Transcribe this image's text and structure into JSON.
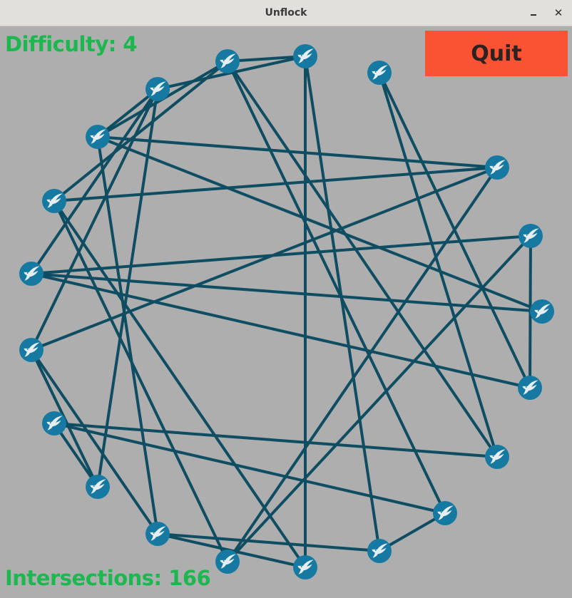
{
  "window": {
    "title": "Unflock",
    "minimize_icon": "minimize-icon",
    "close_icon": "close-icon",
    "close_glyph": "✕"
  },
  "hud": {
    "difficulty_text": "Difficulty: 4",
    "intersections_text": "Intersections: 166",
    "quit_label": "Quit"
  },
  "colors": {
    "background": "#aeaeae",
    "edge": "#0f4d62",
    "node": "#1679a1",
    "hud_text": "#1cb74e",
    "quit_bg": "#fa5334"
  },
  "node_icon": "swallow-bird-icon",
  "node_count": 20,
  "edges": [
    [
      0,
      2
    ],
    [
      0,
      3
    ],
    [
      0,
      13
    ],
    [
      0,
      12
    ],
    [
      1,
      16
    ],
    [
      1,
      15
    ],
    [
      2,
      4
    ],
    [
      2,
      5
    ],
    [
      2,
      15
    ],
    [
      2,
      14
    ],
    [
      3,
      9
    ],
    [
      3,
      7
    ],
    [
      3,
      4
    ],
    [
      3,
      6
    ],
    [
      4,
      17
    ],
    [
      4,
      10
    ],
    [
      4,
      19
    ],
    [
      5,
      11
    ],
    [
      5,
      12
    ],
    [
      5,
      19
    ],
    [
      6,
      16
    ],
    [
      6,
      17
    ],
    [
      6,
      18
    ],
    [
      7,
      9
    ],
    [
      7,
      10
    ],
    [
      7,
      19
    ],
    [
      8,
      9
    ],
    [
      8,
      14
    ],
    [
      8,
      15
    ],
    [
      10,
      13
    ],
    [
      10,
      12
    ],
    [
      11,
      18
    ],
    [
      11,
      19
    ],
    [
      13,
      14
    ],
    [
      16,
      18
    ]
  ]
}
